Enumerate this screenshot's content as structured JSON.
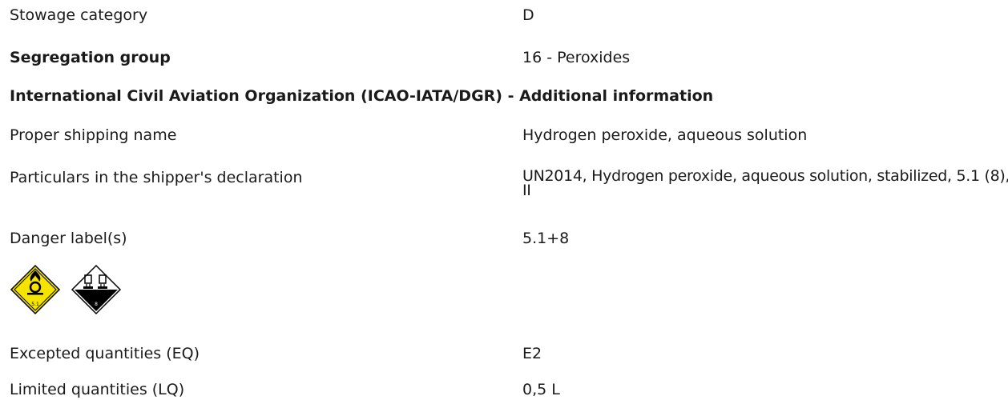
{
  "rows": [
    {
      "label": "Stowage category",
      "value": "D"
    },
    {
      "label": "Segregation group",
      "value": "16 - Peroxides"
    }
  ],
  "section_title": "International Civil Aviation Organization (ICAO-IATA/DGR) - Additional information",
  "icao_rows": [
    {
      "label": "Proper shipping name",
      "value": "Hydrogen peroxide, aqueous solution"
    },
    {
      "label": "Particulars in the shipper's declaration",
      "value": "UN2014, Hydrogen peroxide, aqueous solution, stabilized, 5.1 (8), II"
    },
    {
      "label": "Danger label(s)",
      "value": "5.1+8"
    },
    {
      "label": "Excepted quantities (EQ)",
      "value": "E2"
    },
    {
      "label": "Limited quantities (LQ)",
      "value": "0,5 L"
    }
  ],
  "danger_labels": [
    {
      "icon": "oxidizer-hazard-icon",
      "class": "5.1",
      "color": "#f5e400"
    },
    {
      "icon": "corrosive-hazard-icon",
      "class": "8",
      "color": "#000000"
    }
  ]
}
